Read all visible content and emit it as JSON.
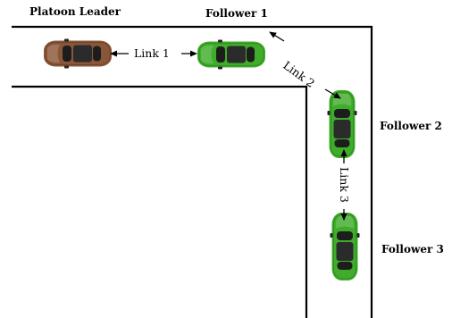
{
  "labels": {
    "platoon_leader": "Platoon Leader",
    "follower_1": "Follower 1",
    "follower_2": "Follower 2",
    "follower_3": "Follower 3"
  },
  "links": {
    "link_1": "Link 1",
    "link_2": "Link 2",
    "link_3": "Link 3"
  },
  "colors": {
    "leader_car": "#8a5638",
    "follower_car": "#3fad2b",
    "road_edge": "#000000"
  }
}
